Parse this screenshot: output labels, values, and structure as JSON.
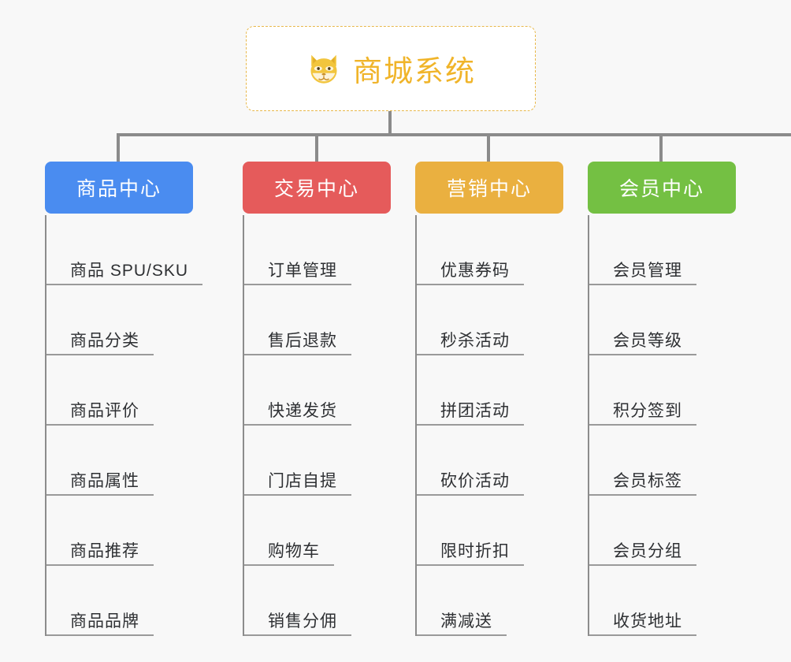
{
  "background_color": "#f8f8f8",
  "root": {
    "title": "商城系统",
    "icon": "shiba-dog-face-emoji",
    "text_color": "#f0b429",
    "border_color": "#e8b84b"
  },
  "connector_color": "#8b8b8b",
  "branches": [
    {
      "label": "商品中心",
      "color": "#4a8cf0",
      "items": [
        "商品 SPU/SKU",
        "商品分类",
        "商品评价",
        "商品属性",
        "商品推荐",
        "商品品牌"
      ]
    },
    {
      "label": "交易中心",
      "color": "#e55b5b",
      "items": [
        "订单管理",
        "售后退款",
        "快递发货",
        "门店自提",
        "购物车",
        "销售分佣"
      ]
    },
    {
      "label": "营销中心",
      "color": "#eab040",
      "items": [
        "优惠券码",
        "秒杀活动",
        "拼团活动",
        "砍价活动",
        "限时折扣",
        "满减送"
      ]
    },
    {
      "label": "会员中心",
      "color": "#74c043",
      "items": [
        "会员管理",
        "会员等级",
        "积分签到",
        "会员标签",
        "会员分组",
        "收货地址"
      ]
    }
  ]
}
